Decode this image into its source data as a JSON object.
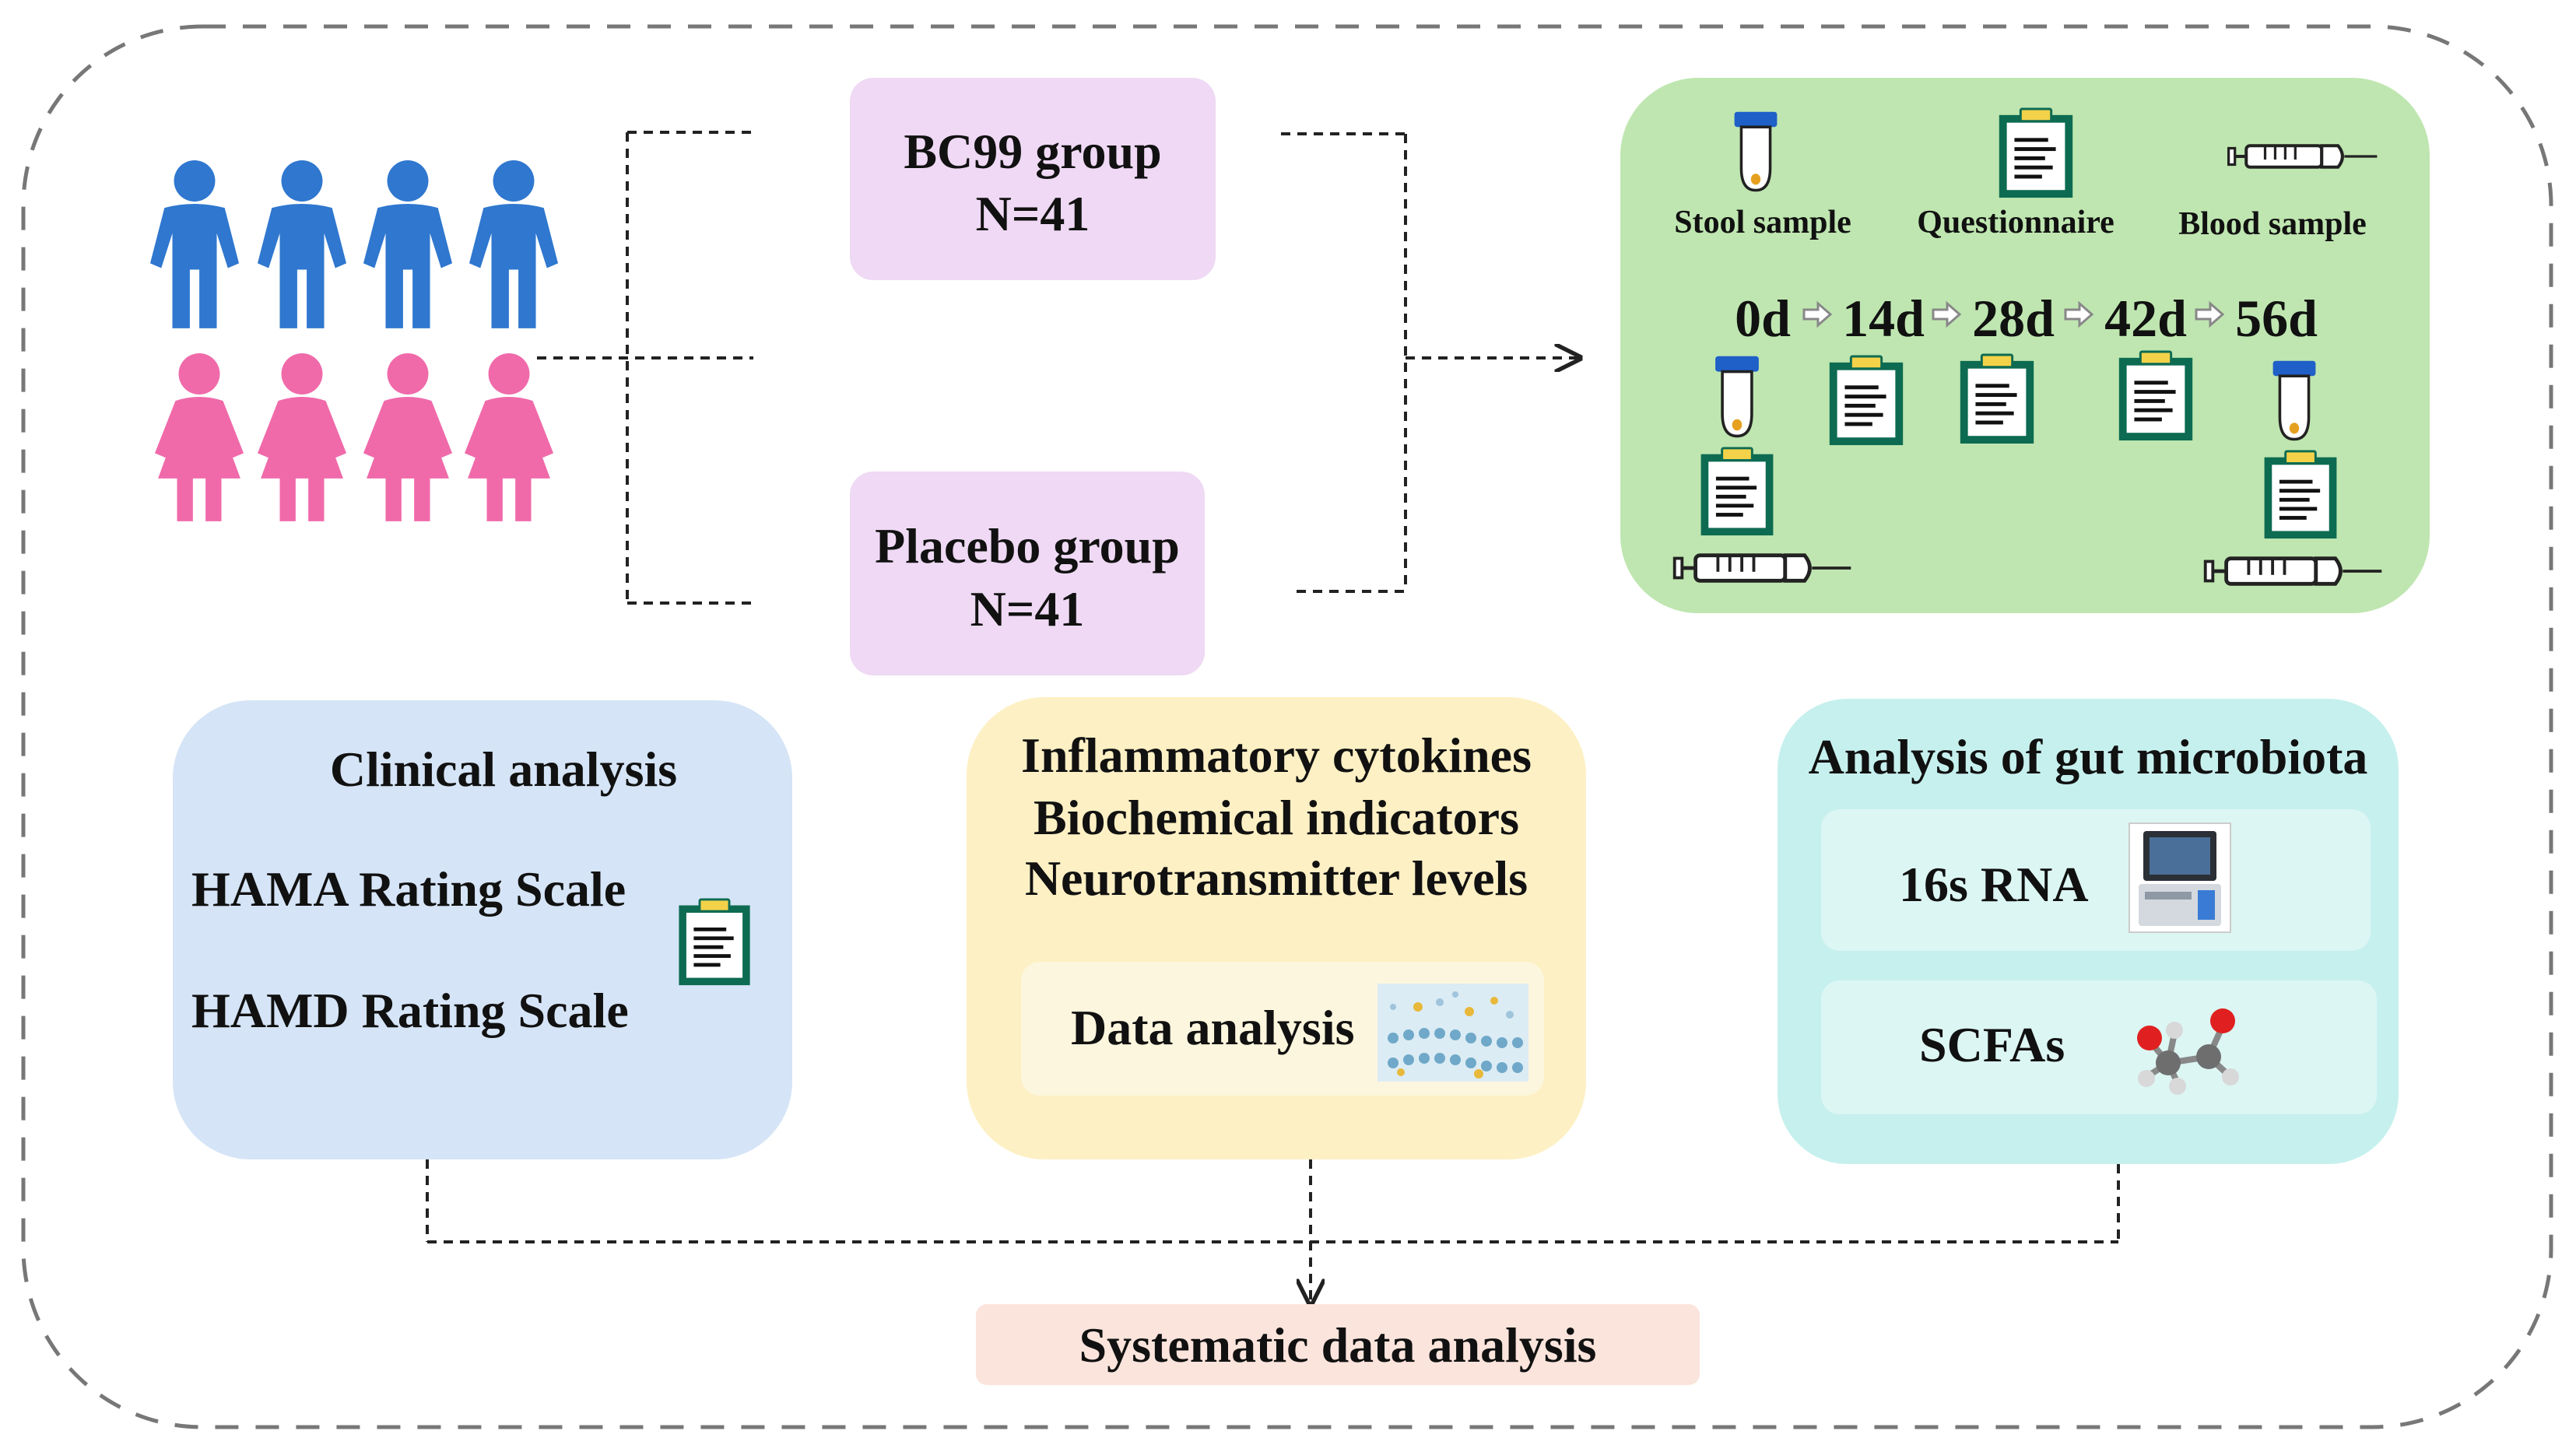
{
  "groups": {
    "bc99": {
      "name": "BC99 group",
      "n": "N=41"
    },
    "placebo": {
      "name": "Placebo group",
      "n": "N=41"
    }
  },
  "sampling": {
    "legend": {
      "stool": "Stool sample",
      "questionnaire": "Questionnaire",
      "blood": "Blood sample"
    },
    "timepoints": [
      "0d",
      "14d",
      "28d",
      "42d",
      "56d"
    ]
  },
  "clinical": {
    "title": "Clinical analysis",
    "scale1": "HAMA Rating Scale",
    "scale2": "HAMD Rating Scale"
  },
  "biomarkers": {
    "line1": "Inflammatory cytokines",
    "line2": "Biochemical indicators",
    "line3": "Neurotransmitter levels",
    "data_label": "Data analysis"
  },
  "microbiota": {
    "title": "Analysis of gut microbiota",
    "item1": "16s RNA",
    "item2": "SCFAs"
  },
  "final": {
    "label": "Systematic data analysis"
  },
  "colors": {
    "male": "#2f77cf",
    "female": "#f06aaa",
    "group_box": "#efd9f4",
    "sampling_box": "#bfe6b0",
    "clinical_box": "#d5e4f6",
    "biomarker_box": "#fdf0c4",
    "microbiota_box": "#c6f0ee",
    "final_box": "#fbe4dc",
    "clipboard": "#0d6b52"
  }
}
